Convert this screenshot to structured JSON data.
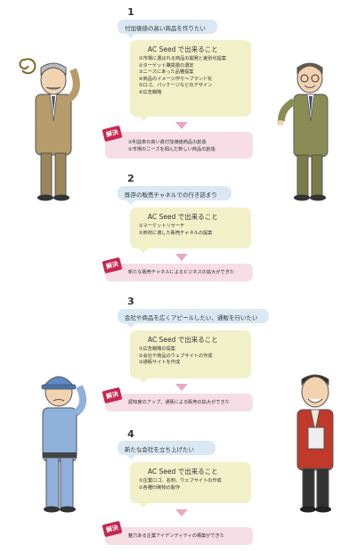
{
  "sections": [
    {
      "number": "1",
      "problem": "付加価値の高い商品を作りたい",
      "can_title": "AC Seed で出来ること",
      "can_items": [
        "①市場に選ばれる商品の開発と差別化提案",
        "②ターゲット購買層の選定",
        "③ニーズにあった品種提案",
        "④商品のイメージ作り～ブランド化",
        "⑤ロゴ、パッケージなどのデザイン",
        "⑥広告戦略"
      ],
      "solve_items": [
        "①利益率の高い高付加価値商品の創造",
        "②市場のニーズを掴んだ新しい商品の創造"
      ]
    },
    {
      "number": "2",
      "problem": "既存の販売チャネルでの行き詰まり",
      "can_title": "AC Seed で出来ること",
      "can_items": [
        "①マーケットリサーチ",
        "②商材に適した販売チャネルの提案"
      ],
      "solve_items": [
        "新たな販売チャネルによるビジネスの拡大ができた"
      ]
    },
    {
      "number": "3",
      "problem": "会社や商品を広くアピールしたい、通販を行いたい",
      "can_title": "AC Seed で出来ること",
      "can_items": [
        "①広告戦略の提案",
        "②会社や商品のウェブサイトの作成",
        "③通販サイトを作成"
      ],
      "solve_items": [
        "認知度のアップ、通販による販売の拡大ができた"
      ]
    },
    {
      "number": "4",
      "problem": "新たな会社を立ち上げたい",
      "can_title": "AC Seed で出来ること",
      "can_items": [
        "①企業ロゴ、名刺、ウェブサイトの作成",
        "②各種印刷物の製作"
      ],
      "solve_items": [
        "魅力ある企業アイデンティティの構築ができた"
      ]
    }
  ],
  "badge_label": "解決",
  "colors": {
    "problem_bg": "#d9e8f2",
    "can_bg": "#f1f0c8",
    "solve_bg": "#f6dde6",
    "badge": "#c8254f",
    "arrow": "#e8a8bf"
  }
}
